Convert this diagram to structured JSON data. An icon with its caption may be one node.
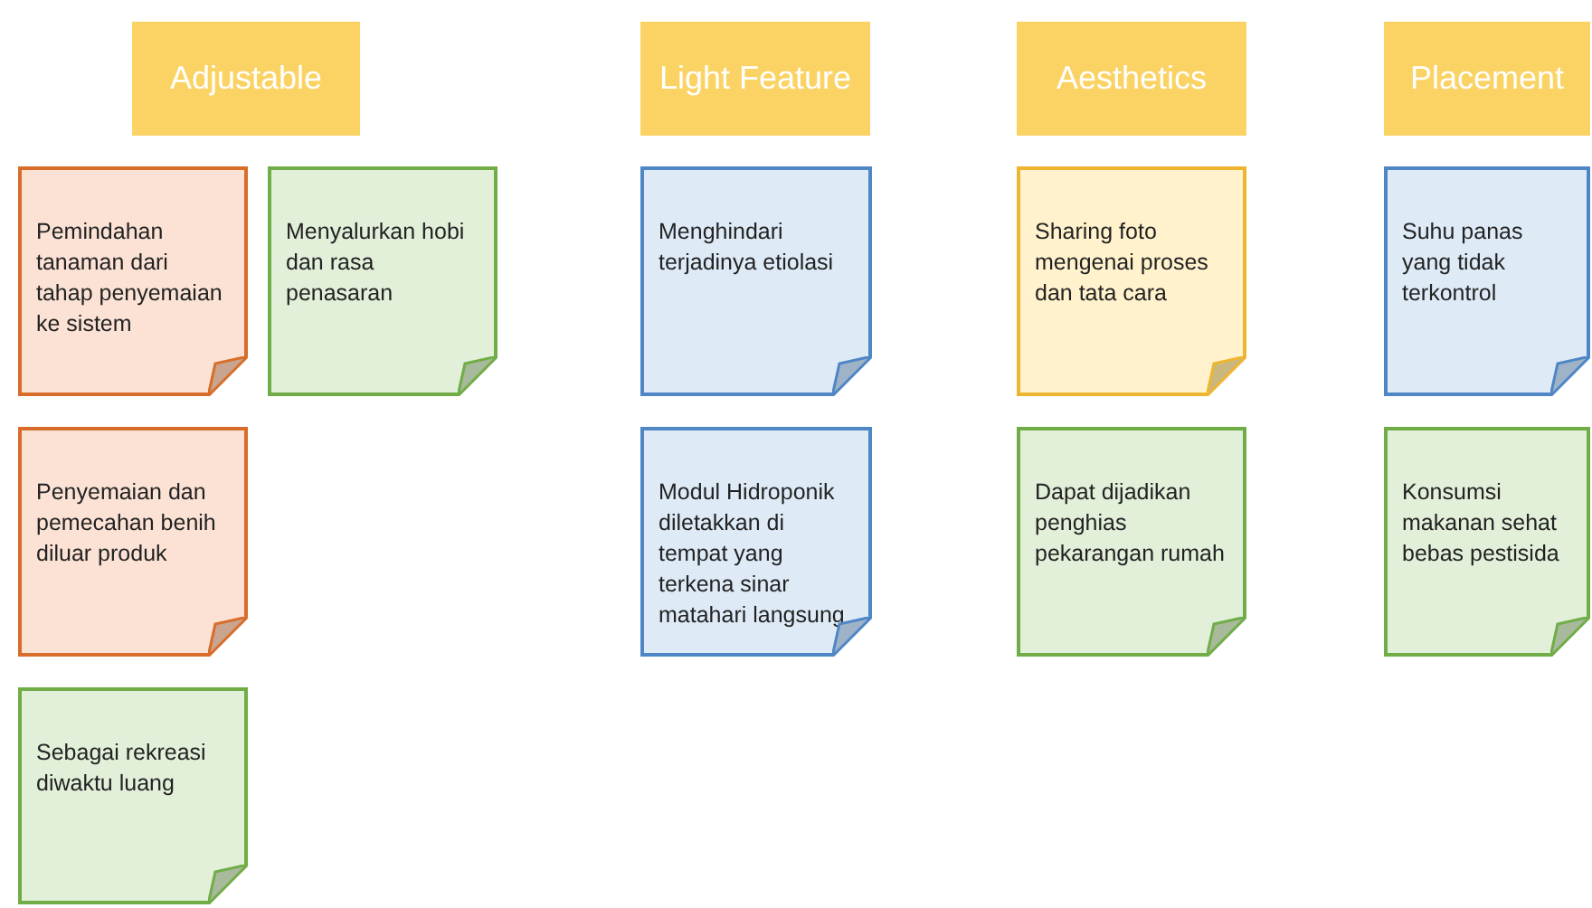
{
  "diagram": {
    "nodes": [
      {
        "text": [
          "Adjustable"
        ]
      },
      {
        "text": [
          "Pemindahan tanaman dari tahap penyemaian ke sistem"
        ]
      },
      {
        "text": [
          "Menyalurkan hobi dan rasa penasaran"
        ]
      },
      {
        "text": [
          "Penyemaian dan pemecahan benih diluar produk"
        ]
      },
      {
        "text": [
          "Sebagai rekreasi diwaktu luang"
        ]
      },
      {
        "text": [
          "Light Feature"
        ]
      },
      {
        "text": [
          "Menghindari terjadinya etiolasi"
        ]
      },
      {
        "text": [
          "Modul Hidroponik diletakkan di tempat yang terkena sinar matahari langsung"
        ]
      },
      {
        "text": [
          "Aesthetics"
        ]
      },
      {
        "text": [
          "Sharing foto mengenai proses dan tata cara"
        ]
      },
      {
        "text": [
          "Dapat dijadikan penghias pekarangan rumah"
        ]
      },
      {
        "text": [
          "Placement"
        ]
      },
      {
        "text": [
          "Suhu panas yang tidak terkontrol"
        ]
      },
      {
        "text": [
          "Konsumsi makanan sehat bebas pestisida"
        ]
      }
    ],
    "edges": []
  }
}
